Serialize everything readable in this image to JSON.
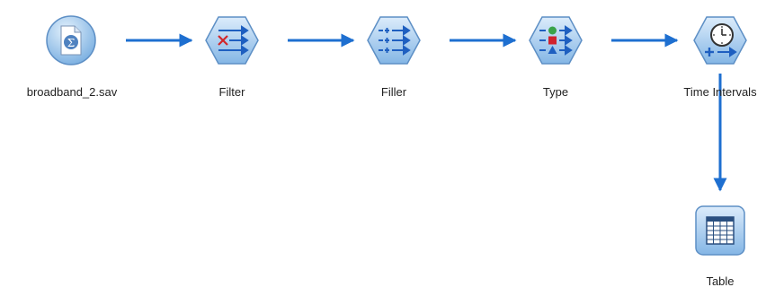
{
  "stream": {
    "nodes": [
      {
        "id": "source",
        "label": "broadband_2.sav",
        "icon": "statistics-file-icon"
      },
      {
        "id": "filter",
        "label": "Filter",
        "icon": "filter-icon"
      },
      {
        "id": "filler",
        "label": "Filler",
        "icon": "filler-icon"
      },
      {
        "id": "type",
        "label": "Type",
        "icon": "type-icon"
      },
      {
        "id": "time_intervals",
        "label": "Time Intervals",
        "icon": "clock-icon"
      },
      {
        "id": "table",
        "label": "Table",
        "icon": "table-icon"
      }
    ],
    "links": [
      {
        "from": "source",
        "to": "filter"
      },
      {
        "from": "filter",
        "to": "filler"
      },
      {
        "from": "filler",
        "to": "type"
      },
      {
        "from": "type",
        "to": "time_intervals"
      },
      {
        "from": "time_intervals",
        "to": "table"
      }
    ]
  },
  "colors": {
    "link": "#1e6fd0",
    "node_fill": "#a8cdf0",
    "node_edge": "#5d8fc5",
    "filter_x": "#d2262a",
    "type_circle": "#3aa34a",
    "type_square": "#d0222e",
    "type_triangle": "#1e5fc0"
  }
}
